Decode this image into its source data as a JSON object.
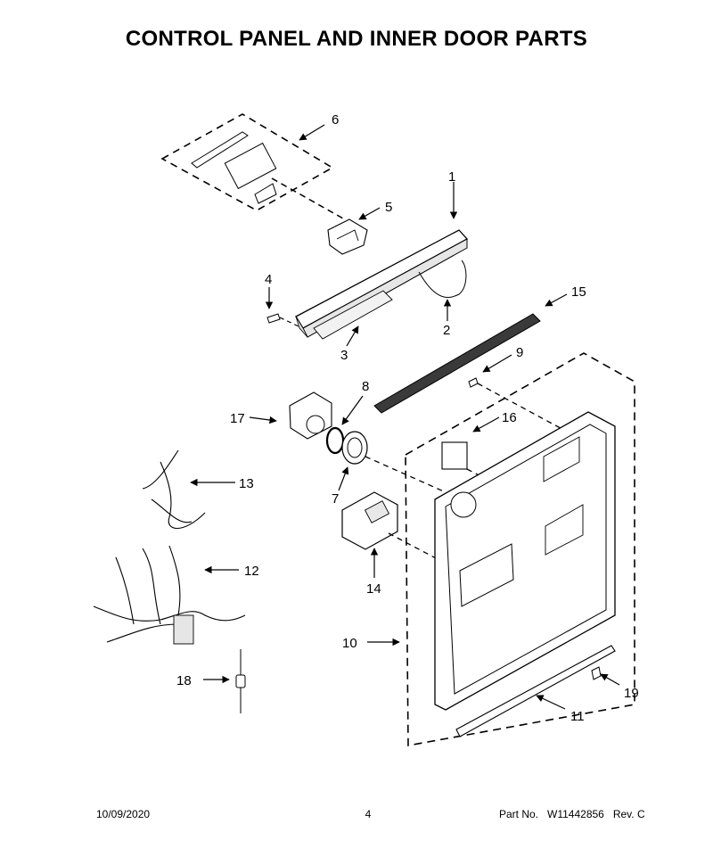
{
  "page": {
    "title": "CONTROL PANEL AND INNER DOOR PARTS"
  },
  "callouts": [
    "1",
    "2",
    "3",
    "4",
    "5",
    "6",
    "7",
    "8",
    "9",
    "10",
    "11",
    "12",
    "13",
    "14",
    "15",
    "16",
    "17",
    "18",
    "19"
  ],
  "footer": {
    "date": "10/09/2020",
    "page_number": "4",
    "part_label": "Part No.",
    "part_number": "W11442856",
    "revision": "Rev. C"
  }
}
